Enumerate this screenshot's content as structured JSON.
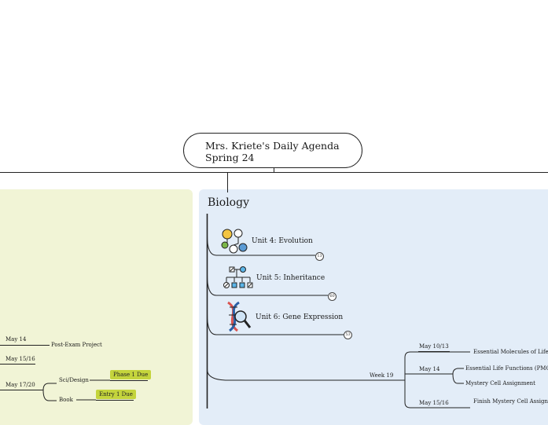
{
  "root": {
    "line1": "Mrs. Kriete's Daily Agenda",
    "line2": "Spring 24"
  },
  "biology": {
    "title": "Biology",
    "units": [
      {
        "label": "Unit 4: Evolution",
        "count": "13"
      },
      {
        "label": "Unit 5: Inheritance",
        "count": "60"
      },
      {
        "label": "Unit 6: Gene Expression",
        "count": "53"
      }
    ],
    "week": "Week 19",
    "days": [
      {
        "date": "May 10/13",
        "items": [
          "Essential Molecules of Life"
        ]
      },
      {
        "date": "May 14",
        "items": [
          "Essential Life Functions (PMC M",
          "Mystery Cell Assignment"
        ]
      },
      {
        "date": "May 15/16",
        "items": [
          "Finish Mystery Cell Assignm"
        ]
      }
    ]
  },
  "left_branch": {
    "rows": [
      {
        "date": "May 14",
        "item": "Post-Exam Project"
      },
      {
        "date": "May 15/16"
      },
      {
        "date": "May 17/20",
        "sub": [
          {
            "label": "Sci/Design",
            "tag": "Phase 1 Due"
          },
          {
            "label": "Book",
            "tag": "Entry 1 Due"
          }
        ]
      }
    ]
  },
  "colors": {
    "biology_panel": "#e3edf8",
    "left_panel": "#f1f4d6",
    "tag": "#c4d43c"
  },
  "icons": [
    "evolution-icon",
    "inheritance-icon",
    "dna-icon"
  ]
}
